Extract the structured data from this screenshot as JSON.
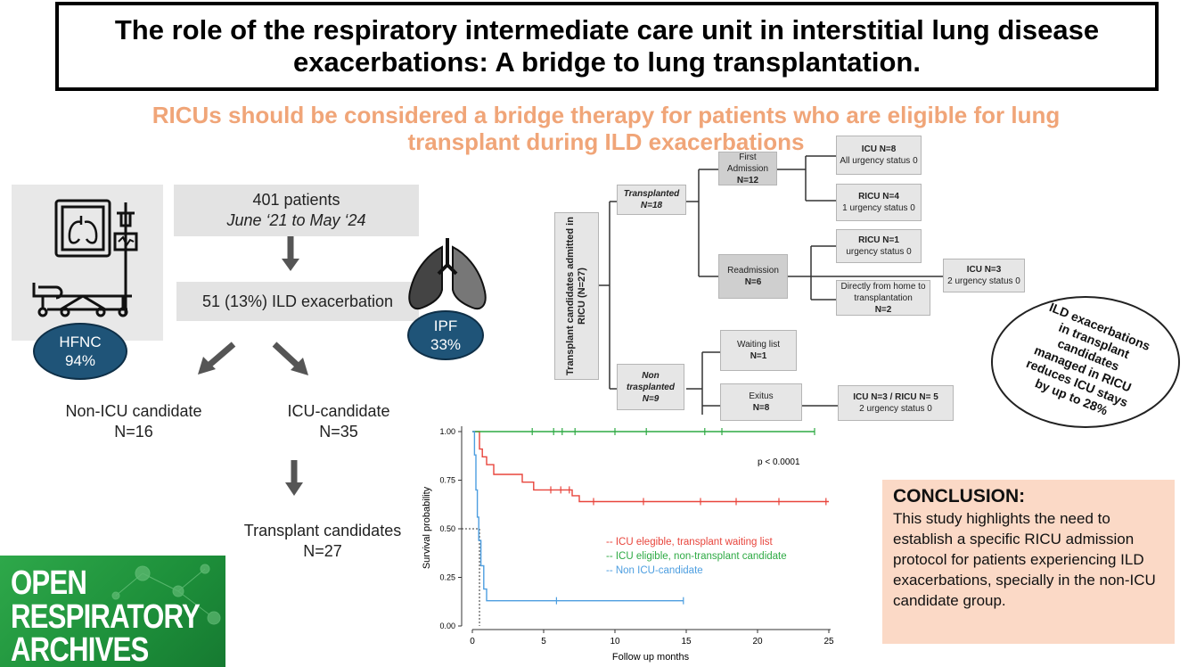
{
  "title": {
    "line1": "The role of the respiratory intermediate care unit in interstitial lung disease",
    "line2": "exacerbations: A bridge to lung transplantation."
  },
  "subtitle": {
    "line1": "RICUs should be considered a bridge therapy for patients who are eligible for lung",
    "line2": "transplant during ILD exacerbations"
  },
  "colors": {
    "subtitle": "#f0a578",
    "pill": "#1f5478",
    "conclusion_bg": "#fbd9c6",
    "logo_green": "#2ea84a",
    "box_grey": "#e3e3e3"
  },
  "hfnc": {
    "label": "HFNC",
    "value": "94%",
    "icon": "hospital-bed-monitor-icon"
  },
  "ipf": {
    "label": "IPF",
    "value": "33%",
    "icon": "lungs-icon"
  },
  "flow": {
    "patients": {
      "count": "401 patients",
      "period": "June ‘21 to May ‘24"
    },
    "ild": "51 (13%)  ILD exacerbation",
    "non_icu": {
      "label": "Non-ICU candidate",
      "n": "N=16"
    },
    "icu": {
      "label": "ICU-candidate",
      "n": "N=35"
    },
    "transplant": {
      "label": "Transplant candidates",
      "n": "N=27"
    }
  },
  "tree": {
    "root": "Transplant candidates admitted in RICU (N=27)",
    "transplanted": {
      "label": "Transplanted",
      "n": "N=18"
    },
    "non_transplanted": {
      "label1": "Non",
      "label2": "trasplanted",
      "n": "N=9"
    },
    "first_admission": {
      "label1": "First",
      "label2": "Admission",
      "n": "N=12"
    },
    "readmission": {
      "label": "Readmission",
      "n": "N=6"
    },
    "icu8": {
      "label": "ICU N=8",
      "detail": "All urgency status 0"
    },
    "ricu4": {
      "label": "RICU N=4",
      "detail": "1 urgency status 0"
    },
    "ricu1": {
      "label": "RICU N=1",
      "detail": "urgency status 0"
    },
    "home": {
      "line1": "Directly from home to",
      "line2": "transplantation",
      "n": "N=2"
    },
    "icu3": {
      "label": "ICU N=3",
      "detail": "2 urgency status 0"
    },
    "waiting": {
      "label": "Waiting list",
      "n": "N=1"
    },
    "exitus": {
      "label": "Exitus",
      "n": "N=8"
    },
    "icu_ricu": {
      "label": "ICU N=3 / RICU N= 5",
      "detail": "2 urgency status 0"
    }
  },
  "note": "ILD exacerbations in transplant candidates managed in RICU reduces ICU stays by up to 28%",
  "conclusion": {
    "heading": "CONCLUSION:",
    "text": "This study highlights the need to establish a specific RICU admission protocol for patients experiencing ILD exacerbations, specially in the non-ICU candidate group."
  },
  "logo": {
    "line1": "OPEN",
    "line2": "RESPIRATORY",
    "line3": "ARCHIVES"
  },
  "chart_data": {
    "type": "line",
    "title": "",
    "xlabel": "Follow up months",
    "ylabel": "Survival probability",
    "xlim": [
      0,
      25
    ],
    "ylim": [
      0,
      1
    ],
    "xticks": [
      0,
      5,
      10,
      15,
      20,
      25
    ],
    "yticks": [
      "0.00",
      "0.25",
      "0.50",
      "0.75",
      "1.00"
    ],
    "annotation": "p < 0.0001",
    "series": [
      {
        "name": "-- ICU elegible, transplant waiting list",
        "color": "#e8453c",
        "points": [
          [
            0,
            1.0
          ],
          [
            0.5,
            1.0
          ],
          [
            0.5,
            0.91
          ],
          [
            0.7,
            0.91
          ],
          [
            0.7,
            0.87
          ],
          [
            1.0,
            0.87
          ],
          [
            1.0,
            0.83
          ],
          [
            1.5,
            0.83
          ],
          [
            1.5,
            0.78
          ],
          [
            3.5,
            0.78
          ],
          [
            3.5,
            0.74
          ],
          [
            4.3,
            0.74
          ],
          [
            4.3,
            0.7
          ],
          [
            7.0,
            0.7
          ],
          [
            7.0,
            0.67
          ],
          [
            7.5,
            0.67
          ],
          [
            7.5,
            0.64
          ],
          [
            25,
            0.64
          ]
        ],
        "censors": [
          [
            5.5,
            0.7
          ],
          [
            6.2,
            0.7
          ],
          [
            6.8,
            0.7
          ],
          [
            8.5,
            0.64
          ],
          [
            12,
            0.64
          ],
          [
            16,
            0.64
          ],
          [
            18.5,
            0.64
          ],
          [
            21.5,
            0.64
          ],
          [
            24.8,
            0.64
          ]
        ]
      },
      {
        "name": "-- ICU eligible, non-transplant candidate",
        "color": "#2eaa44",
        "points": [
          [
            0,
            1.0
          ],
          [
            24,
            1.0
          ]
        ],
        "censors": [
          [
            4.2,
            1.0
          ],
          [
            5.7,
            1.0
          ],
          [
            6.3,
            1.0
          ],
          [
            7.2,
            1.0
          ],
          [
            10,
            1.0
          ],
          [
            12.2,
            1.0
          ],
          [
            16.3,
            1.0
          ],
          [
            17.5,
            1.0
          ],
          [
            24,
            1.0
          ]
        ]
      },
      {
        "name": "-- Non ICU-candidate",
        "color": "#4d9ee0",
        "points": [
          [
            0,
            1.0
          ],
          [
            0.15,
            1.0
          ],
          [
            0.15,
            0.88
          ],
          [
            0.25,
            0.88
          ],
          [
            0.25,
            0.7
          ],
          [
            0.35,
            0.7
          ],
          [
            0.35,
            0.56
          ],
          [
            0.45,
            0.56
          ],
          [
            0.45,
            0.44
          ],
          [
            0.6,
            0.44
          ],
          [
            0.6,
            0.31
          ],
          [
            0.8,
            0.31
          ],
          [
            0.8,
            0.19
          ],
          [
            1.0,
            0.19
          ],
          [
            1.0,
            0.13
          ],
          [
            14.8,
            0.13
          ]
        ],
        "censors": [
          [
            5.9,
            0.13
          ],
          [
            14.8,
            0.13
          ]
        ]
      }
    ]
  }
}
